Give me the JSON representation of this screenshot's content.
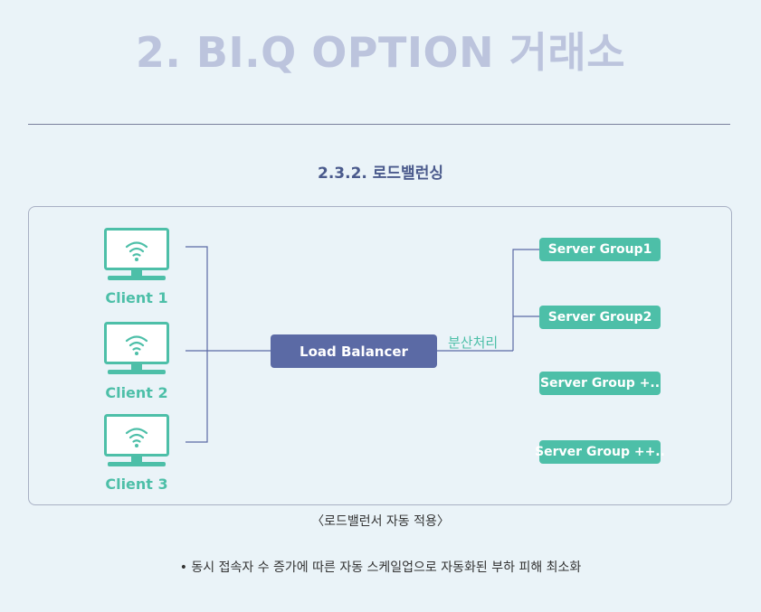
{
  "header": {
    "title": "2. BI.Q OPTION 거래소",
    "subtitle": "2.3.2. 로드밸런싱"
  },
  "diagram": {
    "clients": [
      {
        "label": "Client 1"
      },
      {
        "label": "Client 2"
      },
      {
        "label": "Client 3"
      }
    ],
    "load_balancer": "Load Balancer",
    "distribution_label": "분산처리",
    "server_groups": [
      {
        "label": "Server Group1"
      },
      {
        "label": "Server Group2"
      },
      {
        "label": "Server Group +.."
      },
      {
        "label": "Server Group ++.."
      }
    ],
    "icons": {
      "client": "monitor-wifi-icon"
    },
    "colors": {
      "teal": "#4dbfa8",
      "navy": "#5b6aa5",
      "line": "#5b6aa5",
      "title": "#bcc4dd"
    }
  },
  "caption": "〈로드밸런서 자동 적용〉",
  "note": "• 동시 접속자 수 증가에 따른 자동 스케일업으로 자동화된 부하 피해 최소화"
}
